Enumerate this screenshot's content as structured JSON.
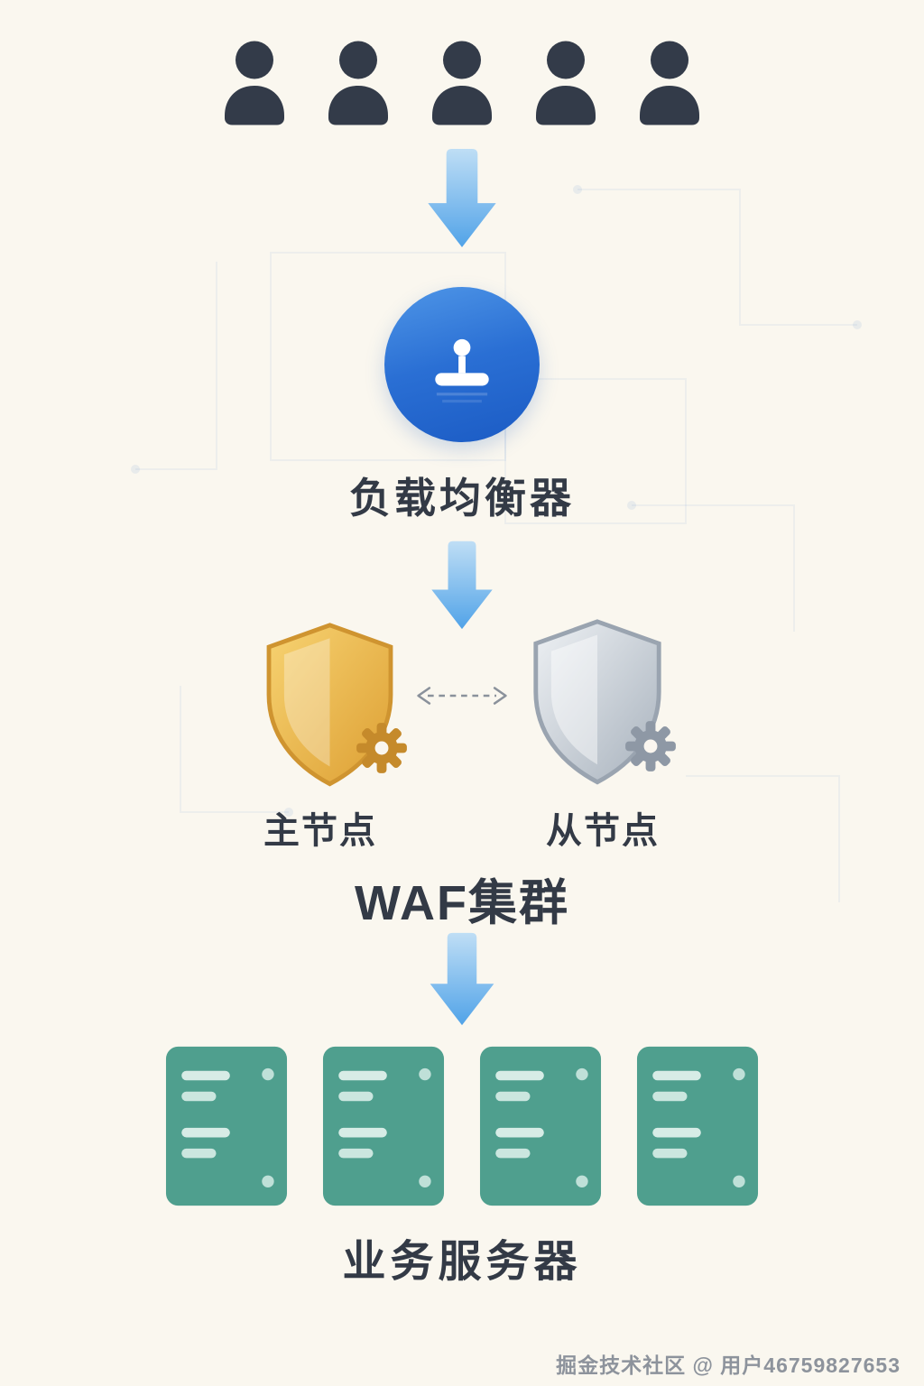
{
  "canvas": {
    "background": "#faf7ef",
    "text_color": "#333a46"
  },
  "flow": {
    "users": {
      "icon": "user-icon",
      "count": 5,
      "color": "#333b49"
    },
    "connector": {
      "icon": "down-arrow-icon",
      "color": "#58a9e9"
    },
    "load_balancer": {
      "label": "负载均衡器",
      "icon": "load-balancer-icon",
      "color": "#2a6fd4"
    },
    "waf_cluster": {
      "label": "WAF集群",
      "master": {
        "label": "主节点",
        "icon": "shield-gear-icon",
        "color": "#e9b64a"
      },
      "slave": {
        "label": "从节点",
        "icon": "shield-gear-icon",
        "color": "#b3bcc6"
      },
      "sync_link": {
        "icon": "dashed-double-arrow-icon",
        "style": "dashed",
        "color": "#8a919b"
      }
    },
    "servers": {
      "label": "业务服务器",
      "icon": "server-icon",
      "count": 4,
      "color": "#4f9f8e"
    }
  },
  "watermark": {
    "text": "掘金技术社区 @ 用户46759827653",
    "color": "#8d939c"
  }
}
